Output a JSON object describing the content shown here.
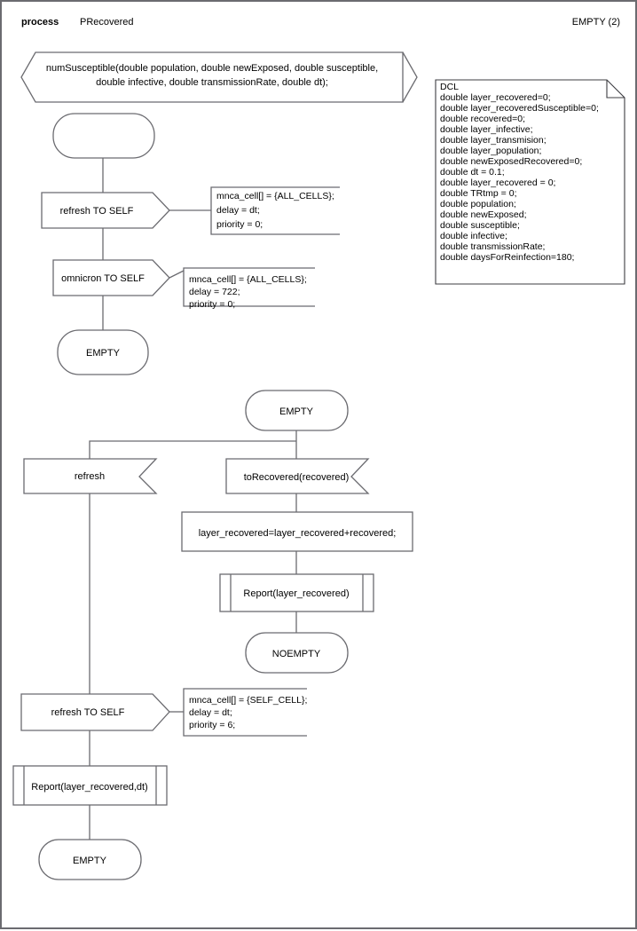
{
  "header": {
    "keyword": "process",
    "name": "PRecovered",
    "page_label": "EMPTY (2)"
  },
  "procedure_signature": {
    "line1": "numSusceptible(double population, double newExposed, double susceptible,",
    "line2": "double infective, double transmissionRate, double dt);"
  },
  "dcl_box": {
    "title": "DCL",
    "lines": [
      "double layer_recovered=0;",
      "double layer_recoveredSusceptible=0;",
      "double recovered=0;",
      "double layer_infective;",
      "double layer_transmision;",
      "double layer_population;",
      "double newExposedRecovered=0;",
      "double dt = 0.1;",
      "double layer_recovered = 0;",
      "double TRtmp = 0;",
      "double population;",
      "double newExposed;",
      "double susceptible;",
      "double infective;",
      "double transmissionRate;",
      "double daysForReinfection=180;"
    ]
  },
  "nodes": {
    "start_state": {
      "label": ""
    },
    "output_refresh_self_1": {
      "label": "refresh TO SELF"
    },
    "output_omnicron_self": {
      "label": "omnicron TO SELF"
    },
    "state_empty_1": {
      "label": "EMPTY"
    },
    "state_empty_2": {
      "label": "EMPTY"
    },
    "input_refresh": {
      "label": "refresh"
    },
    "input_torecovered": {
      "label": "toRecovered(recovered)"
    },
    "task_layer_recovered": {
      "label": "layer_recovered=layer_recovered+recovered;"
    },
    "proc_report_1": {
      "label": "Report(layer_recovered)"
    },
    "state_noempty": {
      "label": "NOEMPTY"
    },
    "output_refresh_self_2": {
      "label": "refresh TO SELF"
    },
    "proc_report_2": {
      "label": "Report(layer_recovered,dt)"
    },
    "state_empty_3": {
      "label": "EMPTY"
    }
  },
  "comments": {
    "comment_1": {
      "lines": [
        "mnca_cell[] = {ALL_CELLS};",
        "delay = dt;",
        "priority = 0;"
      ]
    },
    "comment_2": {
      "lines": [
        "mnca_cell[] = {ALL_CELLS};",
        "delay = 722;",
        "priority = 0;"
      ]
    },
    "comment_3": {
      "lines": [
        "mnca_cell[] = {SELF_CELL};",
        "delay = dt;",
        "priority = 6;"
      ]
    }
  },
  "colors": {
    "stroke": "#6b6b70",
    "stroke_dark": "#3c3c42",
    "background": "#ffffff",
    "text": "#000000"
  }
}
